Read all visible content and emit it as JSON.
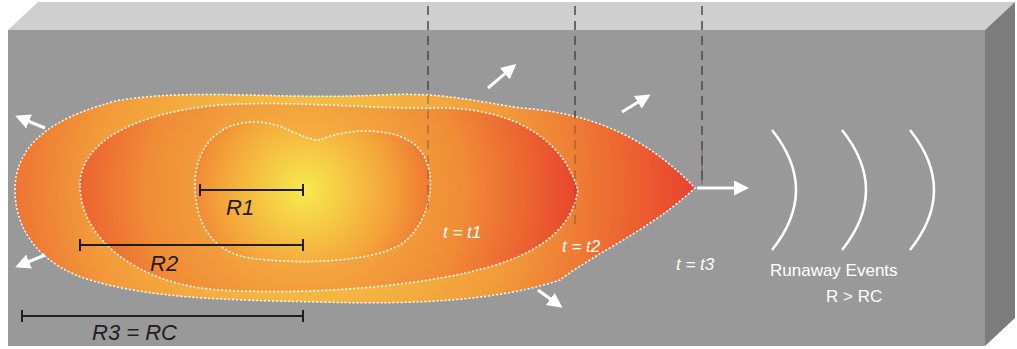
{
  "diagram": {
    "labels": [
      "R1",
      "R2",
      "R3 = RC",
      "t = t1",
      "t = t2",
      "t = t3",
      "Runaway Events",
      "R > RC"
    ]
  }
}
